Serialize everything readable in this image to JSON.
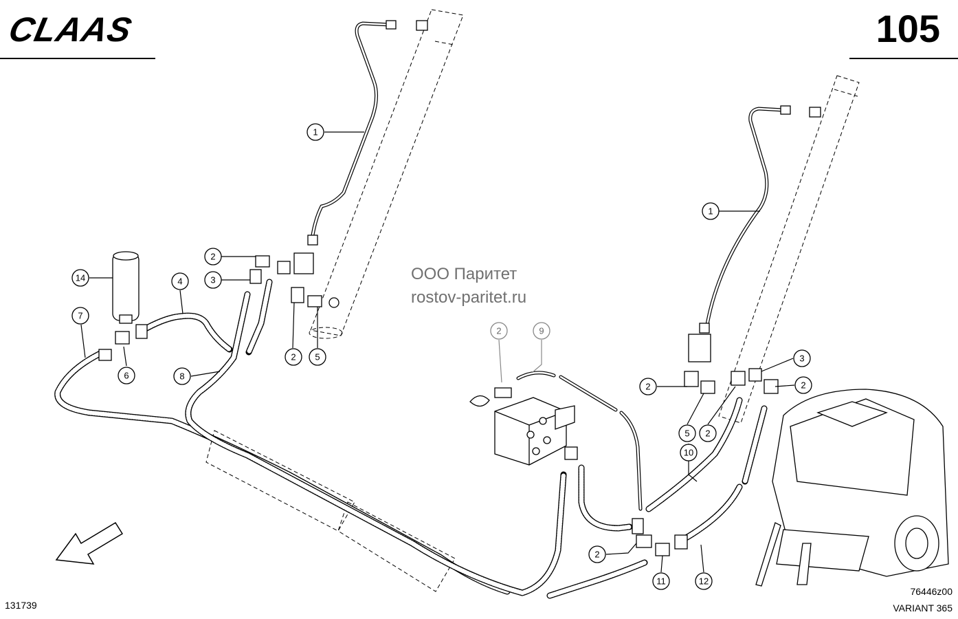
{
  "header": {
    "brand": "CLAAS",
    "page_number": "105"
  },
  "watermark": {
    "line1": "ООО Паритет",
    "line2": "rostov-paritet.ru"
  },
  "footer": {
    "drawing_ref": "131739",
    "figure_code": "76446z00",
    "model": "VARIANT 365"
  },
  "callouts": {
    "c1a": "1",
    "c1b": "1",
    "c2a": "2",
    "c2b": "2",
    "c2c": "2",
    "c2d": "2",
    "c2e": "2",
    "c2f": "2",
    "c2g": "2",
    "c3a": "3",
    "c3b": "3",
    "c4": "4",
    "c5a": "5",
    "c5b": "5",
    "c6": "6",
    "c7": "7",
    "c8": "8",
    "c9": "9",
    "c10": "10",
    "c11": "11",
    "c12": "12",
    "c14": "14"
  }
}
